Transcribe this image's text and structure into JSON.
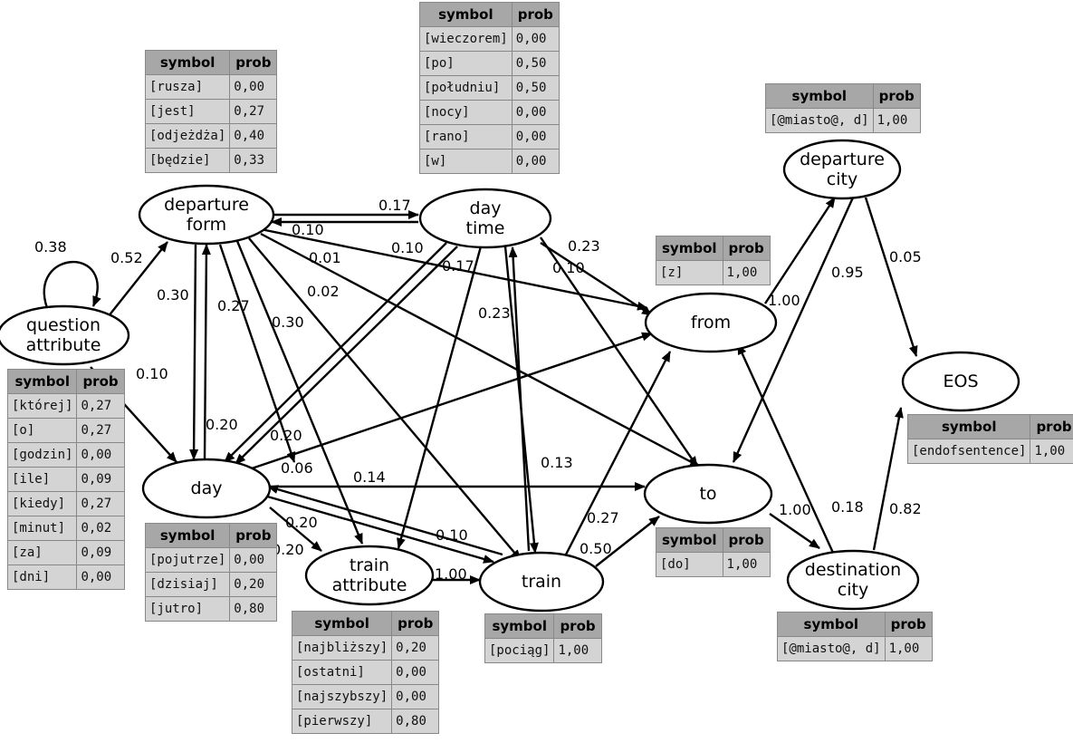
{
  "nodes": [
    {
      "id": "departure_form",
      "lines": [
        "departure",
        "form"
      ]
    },
    {
      "id": "day_time",
      "lines": [
        "day",
        "time"
      ]
    },
    {
      "id": "question_attribute",
      "lines": [
        "question",
        "attribute"
      ]
    },
    {
      "id": "day",
      "lines": [
        "day"
      ]
    },
    {
      "id": "train_attribute",
      "lines": [
        "train",
        "attribute"
      ]
    },
    {
      "id": "train",
      "lines": [
        "train"
      ]
    },
    {
      "id": "from",
      "lines": [
        "from"
      ]
    },
    {
      "id": "to",
      "lines": [
        "to"
      ]
    },
    {
      "id": "departure_city",
      "lines": [
        "departure",
        "city"
      ]
    },
    {
      "id": "EOS",
      "lines": [
        "EOS"
      ]
    },
    {
      "id": "destination_city",
      "lines": [
        "destination",
        "city"
      ]
    }
  ],
  "edge_labels": [
    "0.38",
    "0.52",
    "0.10",
    "0.30",
    "0.20",
    "0.27",
    "0.30",
    "0.17",
    "0.10",
    "0.01",
    "0.02",
    "0.10",
    "0.17",
    "0.23",
    "0.10",
    "0.23",
    "0.13",
    "0.20",
    "0.06",
    "0.14",
    "0.20",
    "0.20",
    "0.10",
    "1.00",
    "0.27",
    "0.50",
    "1.00",
    "0.95",
    "0.05",
    "1.00",
    "0.18",
    "0.82"
  ],
  "tables": [
    {
      "id": "departure_form",
      "header": [
        "symbol",
        "prob"
      ],
      "rows": [
        [
          "[rusza]",
          "0,00"
        ],
        [
          "[jest]",
          "0,27"
        ],
        [
          "[odjeżdża]",
          "0,40"
        ],
        [
          "[będzie]",
          "0,33"
        ]
      ]
    },
    {
      "id": "day_time",
      "header": [
        "symbol",
        "prob"
      ],
      "rows": [
        [
          "[wieczorem]",
          "0,00"
        ],
        [
          "[po]",
          "0,50"
        ],
        [
          "[południu]",
          "0,50"
        ],
        [
          "[nocy]",
          "0,00"
        ],
        [
          "[rano]",
          "0,00"
        ],
        [
          "[w]",
          "0,00"
        ]
      ]
    },
    {
      "id": "departure_city",
      "header": [
        "symbol",
        "prob"
      ],
      "rows": [
        [
          "[@miasto@, d]",
          "1,00"
        ]
      ]
    },
    {
      "id": "from",
      "header": [
        "symbol",
        "prob"
      ],
      "rows": [
        [
          "[z]",
          "1,00"
        ]
      ]
    },
    {
      "id": "question_attribute",
      "header": [
        "symbol",
        "prob"
      ],
      "rows": [
        [
          "[której]",
          "0,27"
        ],
        [
          "[o]",
          "0,27"
        ],
        [
          "[godzin]",
          "0,00"
        ],
        [
          "[ile]",
          "0,09"
        ],
        [
          "[kiedy]",
          "0,27"
        ],
        [
          "[minut]",
          "0,02"
        ],
        [
          "[za]",
          "0,09"
        ],
        [
          "[dni]",
          "0,00"
        ]
      ]
    },
    {
      "id": "EOS",
      "header": [
        "symbol",
        "prob"
      ],
      "rows": [
        [
          "[endofsentence]",
          "1,00"
        ]
      ]
    },
    {
      "id": "day",
      "header": [
        "symbol",
        "prob"
      ],
      "rows": [
        [
          "[pojutrze]",
          "0,00"
        ],
        [
          "[dzisiaj]",
          "0,20"
        ],
        [
          "[jutro]",
          "0,80"
        ]
      ]
    },
    {
      "id": "to",
      "header": [
        "symbol",
        "prob"
      ],
      "rows": [
        [
          "[do]",
          "1,00"
        ]
      ]
    },
    {
      "id": "train_attribute",
      "header": [
        "symbol",
        "prob"
      ],
      "rows": [
        [
          "[najbliższy]",
          "0,20"
        ],
        [
          "[ostatni]",
          "0,00"
        ],
        [
          "[najszybszy]",
          "0,00"
        ],
        [
          "[pierwszy]",
          "0,80"
        ]
      ]
    },
    {
      "id": "train",
      "header": [
        "symbol",
        "prob"
      ],
      "rows": [
        [
          "[pociąg]",
          "1,00"
        ]
      ]
    },
    {
      "id": "destination_city",
      "header": [
        "symbol",
        "prob"
      ],
      "rows": [
        [
          "[@miasto@, d]",
          "1,00"
        ]
      ]
    }
  ]
}
